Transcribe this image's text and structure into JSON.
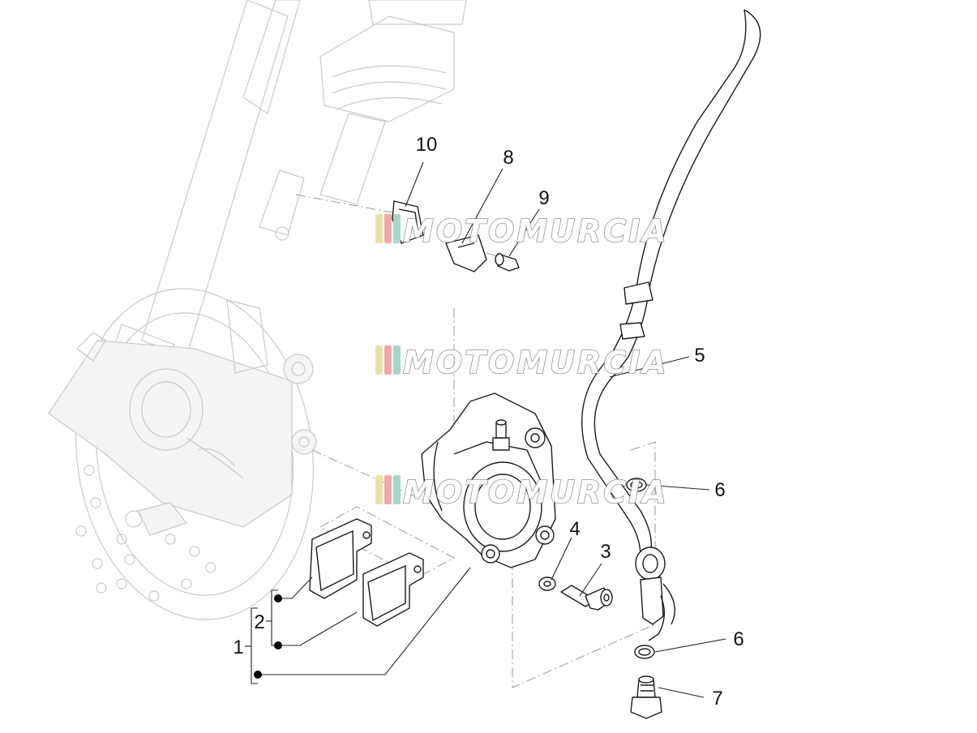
{
  "callouts": {
    "c1": "1",
    "c2": "2",
    "c3": "3",
    "c4": "4",
    "c5": "5",
    "c6a": "6",
    "c6b": "6",
    "c7": "7",
    "c8": "8",
    "c9": "9",
    "c10": "10"
  },
  "watermark": {
    "text": "MOTOMURCIA",
    "stripe_colors": [
      "#e9e2a8",
      "#f2a7a7",
      "#a9d6c7"
    ]
  },
  "colors": {
    "ghost": "#c9c9c9",
    "ink": "#1c1c1c",
    "background": "#ffffff"
  }
}
